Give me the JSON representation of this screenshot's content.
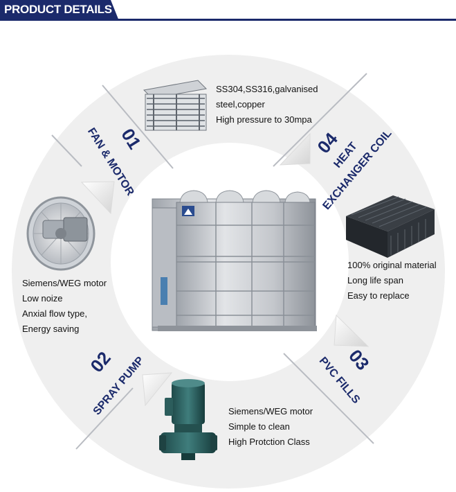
{
  "header": {
    "title": "PRODUCT DETAILS"
  },
  "sections": {
    "fan_motor": {
      "number": "01",
      "name": "FAN & MOTOR",
      "lines": [
        "Siemens/WEG motor",
        "Low noize",
        "Anxial flow type,",
        "Energy saving"
      ]
    },
    "spray_pump": {
      "number": "02",
      "name": "SPRAY PUMP",
      "lines": [
        "Siemens/WEG motor",
        "Simple to clean",
        "High Protction Class"
      ]
    },
    "pvc_fills": {
      "number": "03",
      "name": "PVC FILLS",
      "lines": [
        "100% original material",
        "Long life span",
        "Easy to replace"
      ]
    },
    "heat_exchanger_coil": {
      "number": "04",
      "name_line1": "HEAT",
      "name_line2": "EXCHANGER COIL",
      "lines": [
        "SS304,SS316,galvanised",
        "steel,copper",
        "High pressure to 30mpa"
      ]
    }
  },
  "colors": {
    "brand": "#1b2a6b",
    "ring": "#efefef",
    "divider": "#b9bcc2"
  },
  "icons": {
    "center": "cooling-tower-icon",
    "fan_motor": "axial-fan-icon",
    "spray_pump": "spray-pump-icon",
    "pvc_fills": "pvc-fill-media-icon",
    "heat_exchanger_coil": "heat-exchanger-coil-icon"
  }
}
